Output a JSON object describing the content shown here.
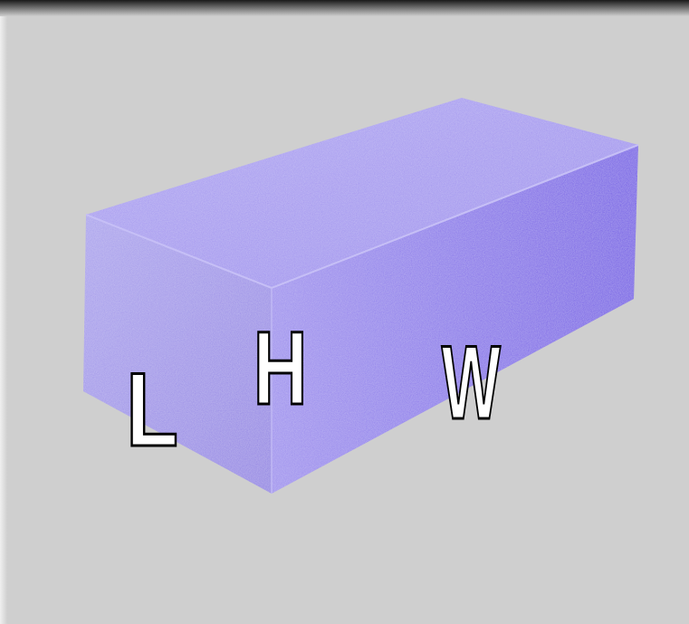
{
  "diagram": {
    "labels": [
      "L",
      "H",
      "W"
    ]
  }
}
